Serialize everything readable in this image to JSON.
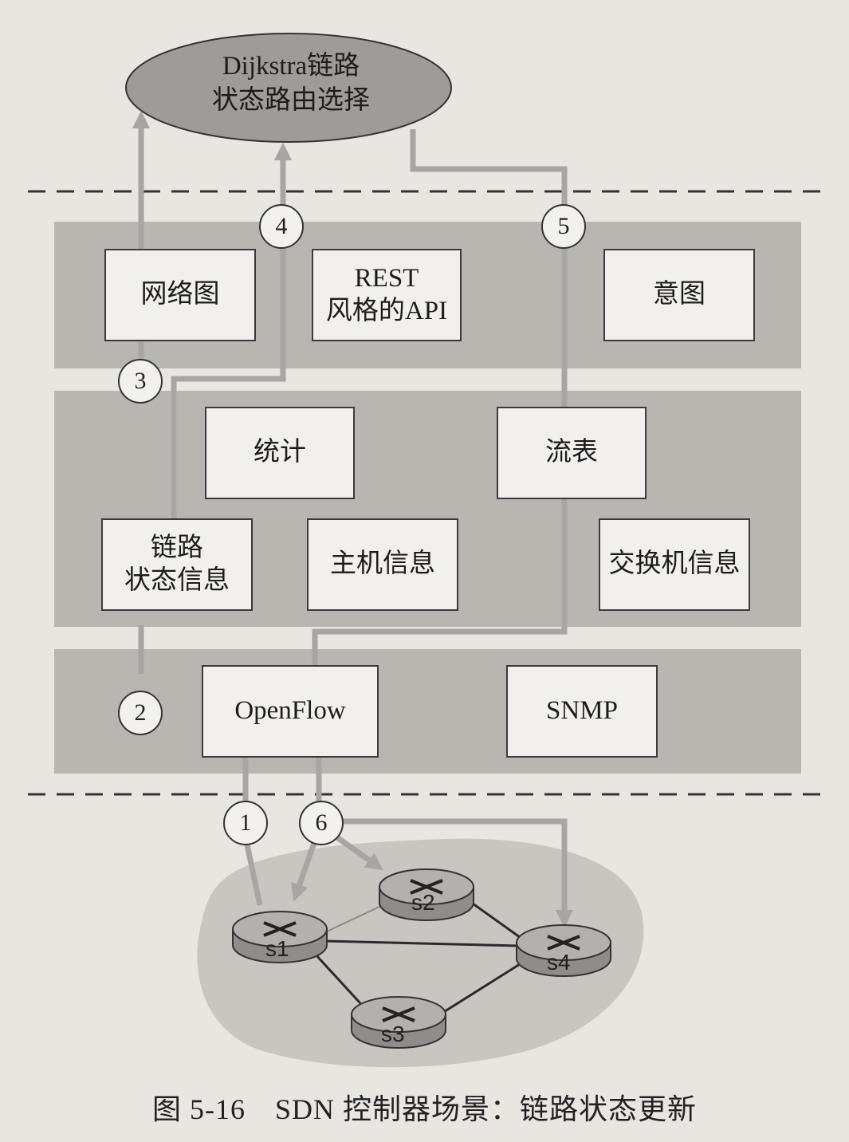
{
  "app": {
    "routing_label_line1": "Dijkstra链路",
    "routing_label_line2": "状态路由选择"
  },
  "boxes": {
    "network_graph": "网络图",
    "rest_api_line1": "REST",
    "rest_api_line2": "风格的API",
    "intent": "意图",
    "statistics": "统计",
    "flow_table": "流表",
    "link_state_line1": "链路",
    "link_state_line2": "状态信息",
    "host_info": "主机信息",
    "switch_info": "交换机信息",
    "openflow": "OpenFlow",
    "snmp": "SNMP"
  },
  "steps": [
    "1",
    "2",
    "3",
    "4",
    "5",
    "6"
  ],
  "routers": [
    "s1",
    "s2",
    "s3",
    "s4"
  ],
  "caption": "图 5-16　SDN 控制器场景：链路状态更新",
  "colors": {
    "band": "#b9b6b2",
    "ellipse": "#9e9b98",
    "arrow": "#a8a5a2",
    "network_blob": "#c9c6c2"
  }
}
